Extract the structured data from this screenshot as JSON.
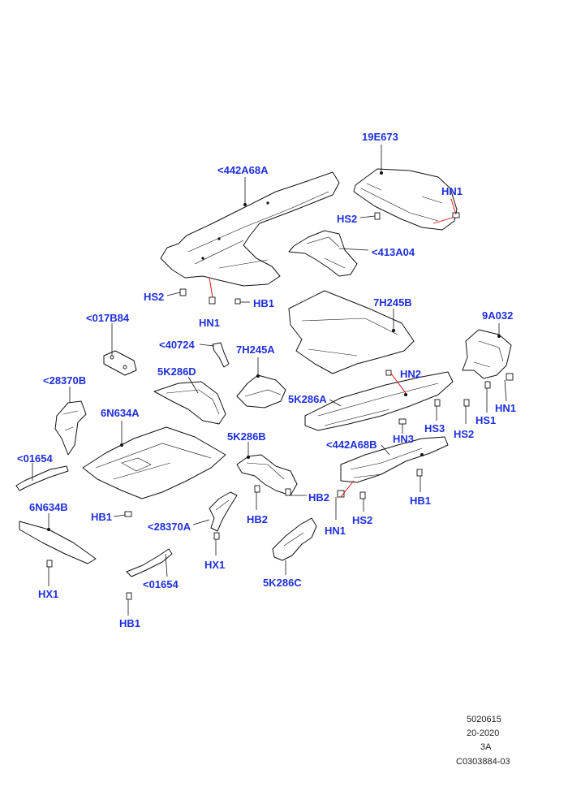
{
  "labels": [
    {
      "id": "19e673",
      "text": "19E673"
    },
    {
      "id": "442a68a",
      "text": "<442A68A"
    },
    {
      "id": "hn1-a",
      "text": "HN1"
    },
    {
      "id": "hs2-a",
      "text": "HS2"
    },
    {
      "id": "413a04",
      "text": "<413A04"
    },
    {
      "id": "hs2-b",
      "text": "HS2"
    },
    {
      "id": "hb1-a",
      "text": "HB1"
    },
    {
      "id": "hn1-b",
      "text": "HN1"
    },
    {
      "id": "7h245b",
      "text": "7H245B"
    },
    {
      "id": "9a032",
      "text": "9A032"
    },
    {
      "id": "017b84",
      "text": "<017B84"
    },
    {
      "id": "40724",
      "text": "<40724"
    },
    {
      "id": "7h245a",
      "text": "7H245A"
    },
    {
      "id": "5k286d",
      "text": "5K286D"
    },
    {
      "id": "hn2",
      "text": "HN2"
    },
    {
      "id": "28370b",
      "text": "<28370B"
    },
    {
      "id": "hn1-c",
      "text": "HN1"
    },
    {
      "id": "hs1",
      "text": "HS1"
    },
    {
      "id": "5k286a",
      "text": "5K286A"
    },
    {
      "id": "6n634a",
      "text": "6N634A"
    },
    {
      "id": "hs3",
      "text": "HS3"
    },
    {
      "id": "hs2-c",
      "text": "HS2"
    },
    {
      "id": "hn3",
      "text": "HN3"
    },
    {
      "id": "5k286b",
      "text": "5K286B"
    },
    {
      "id": "442a68b",
      "text": "<442A68B"
    },
    {
      "id": "01654-a",
      "text": "<01654"
    },
    {
      "id": "hb2-a",
      "text": "HB2"
    },
    {
      "id": "hb1-b",
      "text": "HB1"
    },
    {
      "id": "6n634b",
      "text": "6N634B"
    },
    {
      "id": "hb1-c",
      "text": "HB1"
    },
    {
      "id": "hb2-b",
      "text": "HB2"
    },
    {
      "id": "hs2-d",
      "text": "HS2"
    },
    {
      "id": "28370a",
      "text": "<28370A"
    },
    {
      "id": "hn1-d",
      "text": "HN1"
    },
    {
      "id": "hx1-a",
      "text": "HX1"
    },
    {
      "id": "01654-b",
      "text": "<01654"
    },
    {
      "id": "5k286c",
      "text": "5K286C"
    },
    {
      "id": "hx1-b",
      "text": "HX1"
    },
    {
      "id": "hb1-d",
      "text": "HB1"
    }
  ],
  "footer": {
    "line1": "5020615",
    "line2": "20-2020",
    "line3": "3A",
    "line4": "C0303884-03"
  },
  "colors": {
    "label": "#1f2fe0",
    "leader_red": "#e00000",
    "line": "#111111"
  }
}
